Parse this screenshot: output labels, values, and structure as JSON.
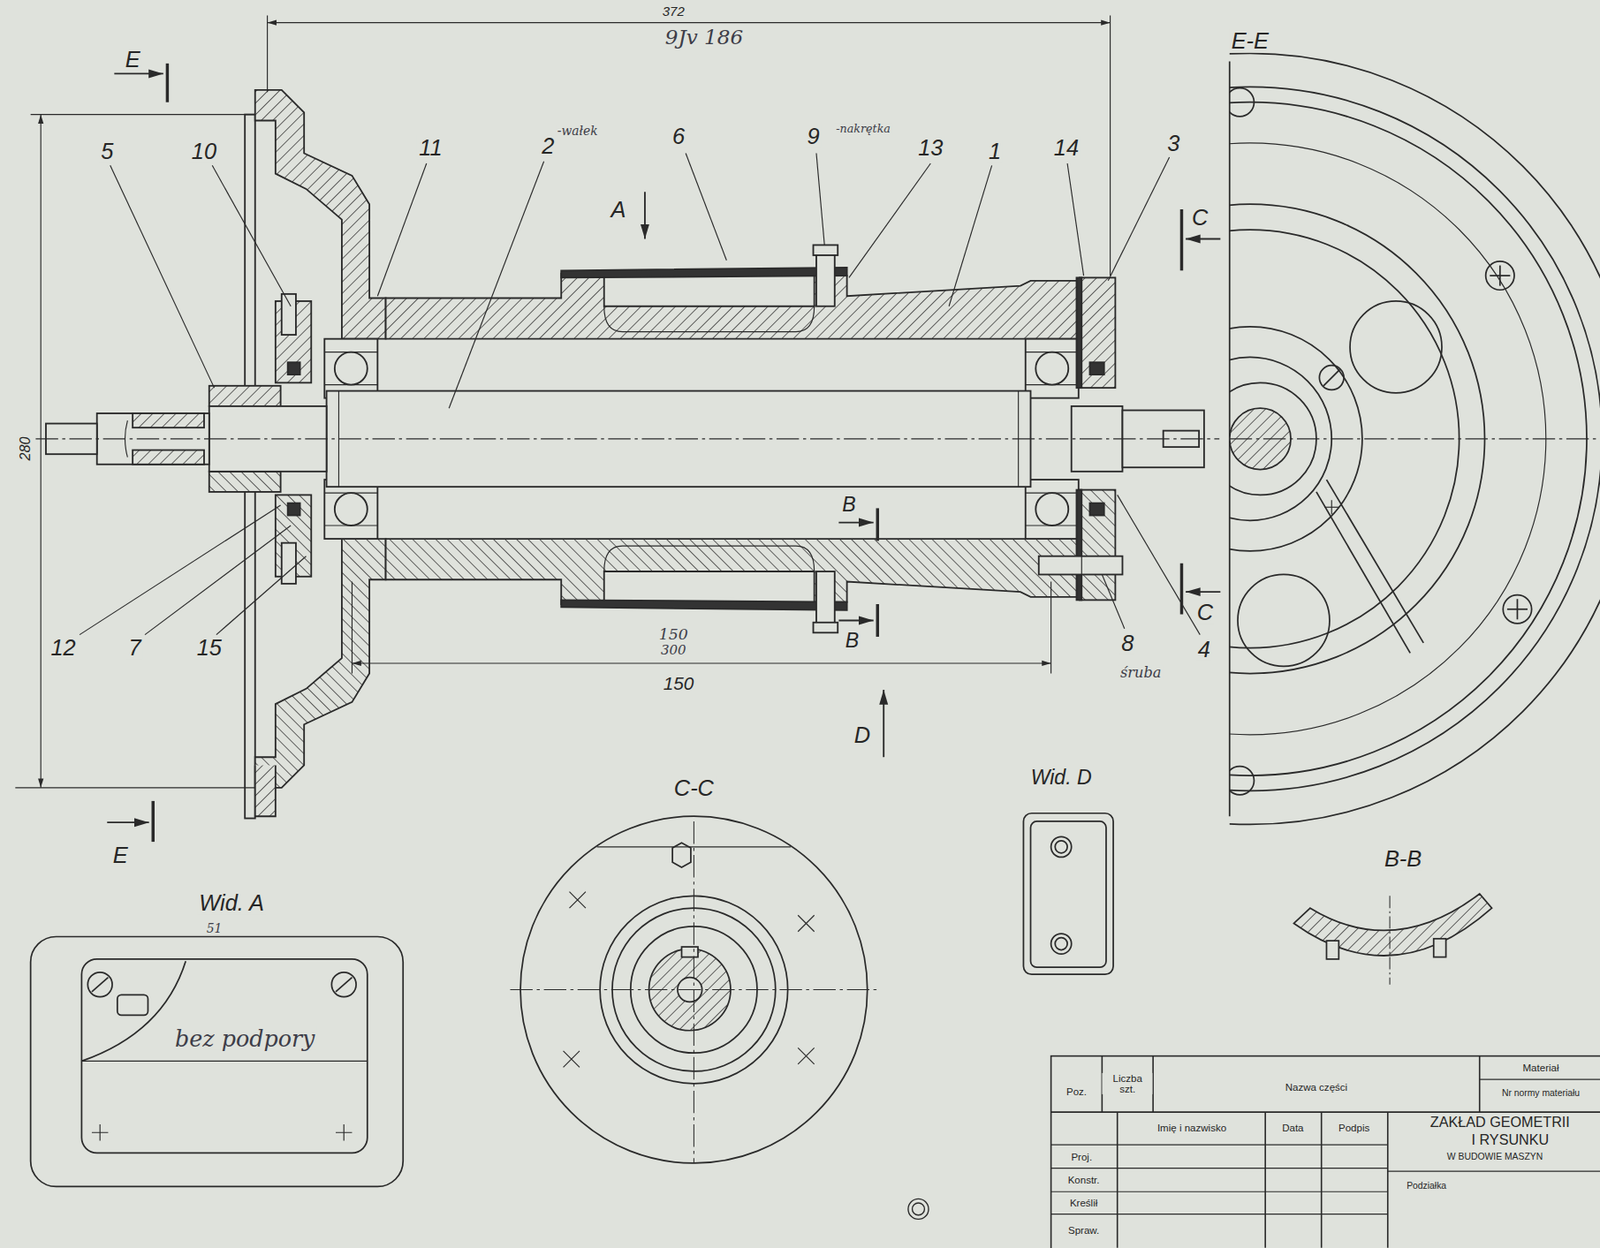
{
  "diagram": {
    "labels": [
      "372",
      "9Jv 186",
      "E",
      "E",
      "280",
      "5",
      "10",
      "11",
      "2",
      "-wałek",
      "6",
      "9",
      "-nakrętka",
      "13",
      "1",
      "14",
      "3",
      "A",
      "E-E",
      "C",
      "C",
      "B",
      "B",
      "150",
      "300",
      "150",
      "D",
      "12",
      "7",
      "15",
      "8",
      "śruba",
      "4",
      "C-C",
      "Wid. D",
      "B-B",
      "Wid. A",
      "51",
      "bez podpory",
      "Poz.",
      "Liczba szt.",
      "Nazwa części",
      "Materiał",
      "Nr normy materiału",
      "Imię i nazwisko",
      "Data",
      "Podpis",
      "Proj.",
      "Konstr.",
      "Kreślił",
      "Spraw.",
      "ZAKŁAD GEOMETRII",
      "I RYSUNKU",
      "W BUDOWIE MASZYN",
      "Podziałka"
    ]
  }
}
